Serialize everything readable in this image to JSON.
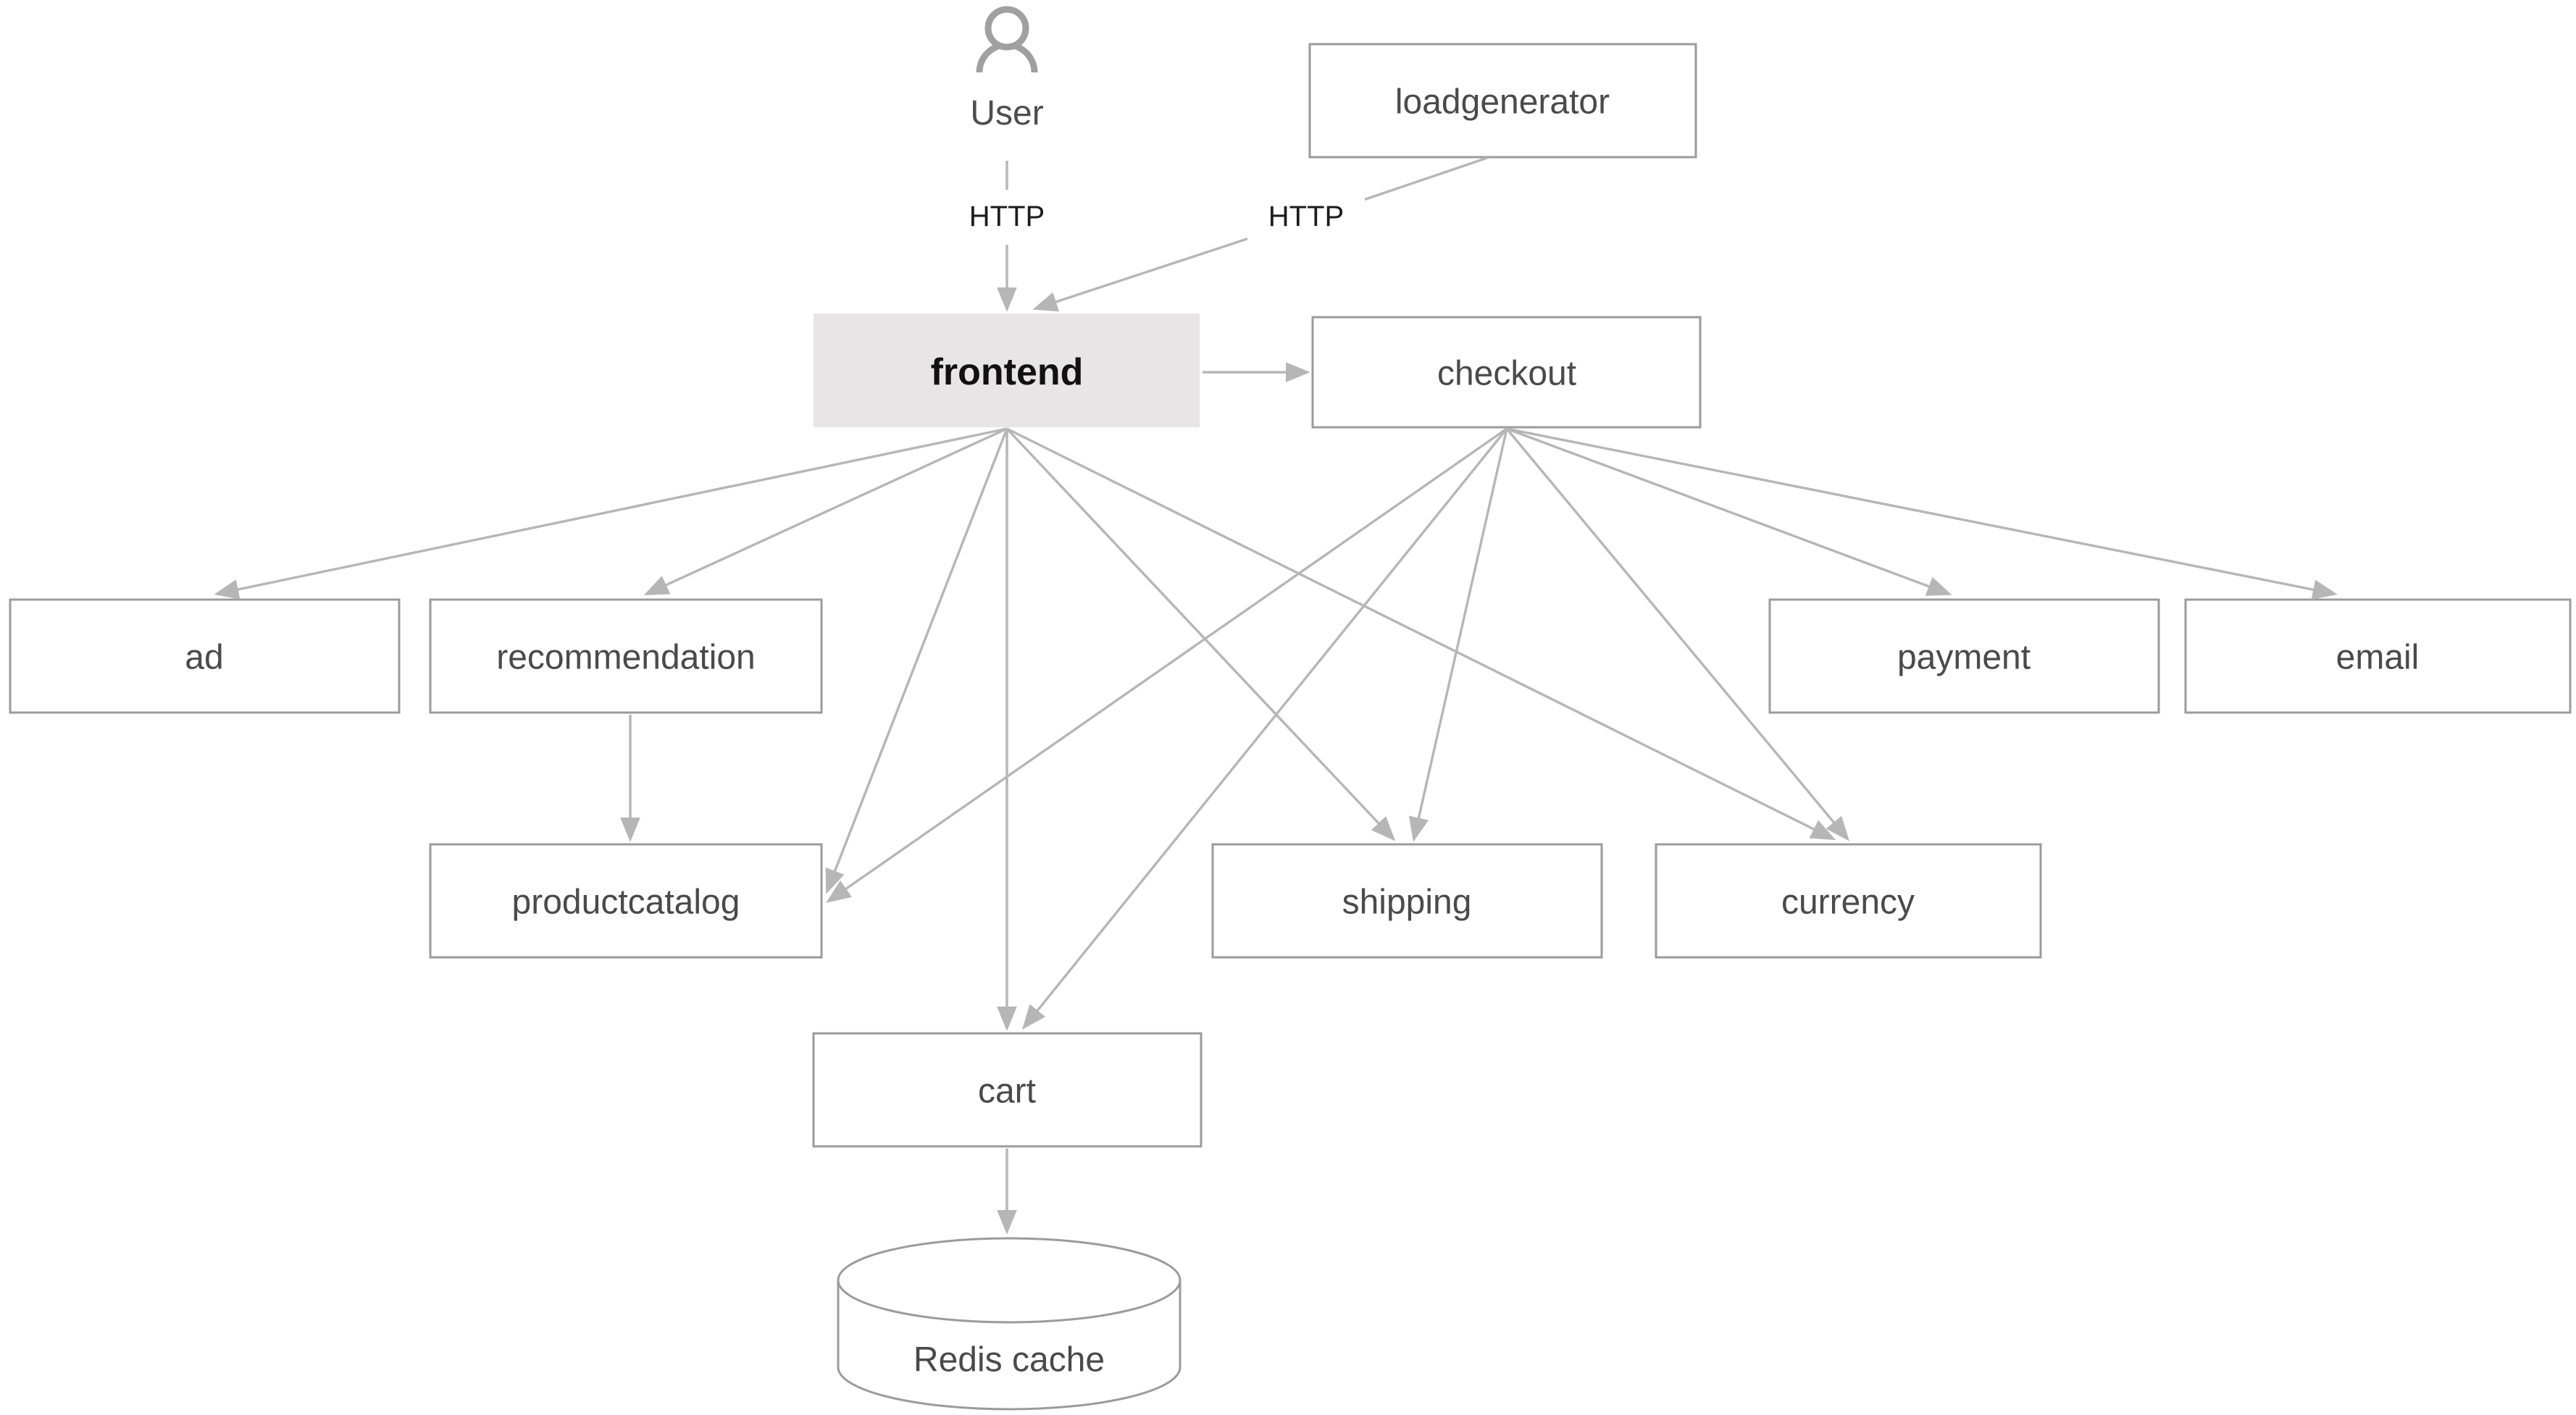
{
  "diagram": {
    "background": "#ffffff",
    "colors": {
      "node_border": "#9b9b9b",
      "node_fill": "#ffffff",
      "node_text": "#4a4a4a",
      "highlight_node_fill": "#e9e4e6",
      "highlight_node_text": "#111111",
      "edge": "#b6b6b6",
      "edge_label_text": "#1c1c1c",
      "user_icon": "#a0a0a0"
    },
    "actor": {
      "label": "User",
      "icon": "person-icon"
    },
    "nodes": {
      "loadgenerator": {
        "label": "loadgenerator"
      },
      "frontend": {
        "label": "frontend",
        "highlighted": true
      },
      "checkout": {
        "label": "checkout"
      },
      "ad": {
        "label": "ad"
      },
      "recommendation": {
        "label": "recommendation"
      },
      "payment": {
        "label": "payment"
      },
      "email": {
        "label": "email"
      },
      "productcatalog": {
        "label": "productcatalog"
      },
      "shipping": {
        "label": "shipping"
      },
      "currency": {
        "label": "currency"
      },
      "cart": {
        "label": "cart"
      },
      "redis": {
        "label": "Redis cache",
        "shape": "cylinder"
      }
    },
    "edge_labels": {
      "user_frontend": "HTTP",
      "loadgenerator_frontend": "HTTP"
    },
    "edges": [
      {
        "from": "User",
        "to": "frontend",
        "label": "HTTP"
      },
      {
        "from": "loadgenerator",
        "to": "frontend",
        "label": "HTTP"
      },
      {
        "from": "frontend",
        "to": "checkout"
      },
      {
        "from": "frontend",
        "to": "ad"
      },
      {
        "from": "frontend",
        "to": "recommendation"
      },
      {
        "from": "frontend",
        "to": "productcatalog"
      },
      {
        "from": "frontend",
        "to": "shipping"
      },
      {
        "from": "frontend",
        "to": "currency"
      },
      {
        "from": "frontend",
        "to": "cart"
      },
      {
        "from": "checkout",
        "to": "productcatalog"
      },
      {
        "from": "checkout",
        "to": "shipping"
      },
      {
        "from": "checkout",
        "to": "currency"
      },
      {
        "from": "checkout",
        "to": "payment"
      },
      {
        "from": "checkout",
        "to": "email"
      },
      {
        "from": "checkout",
        "to": "cart"
      },
      {
        "from": "recommendation",
        "to": "productcatalog"
      },
      {
        "from": "cart",
        "to": "Redis cache"
      }
    ]
  }
}
